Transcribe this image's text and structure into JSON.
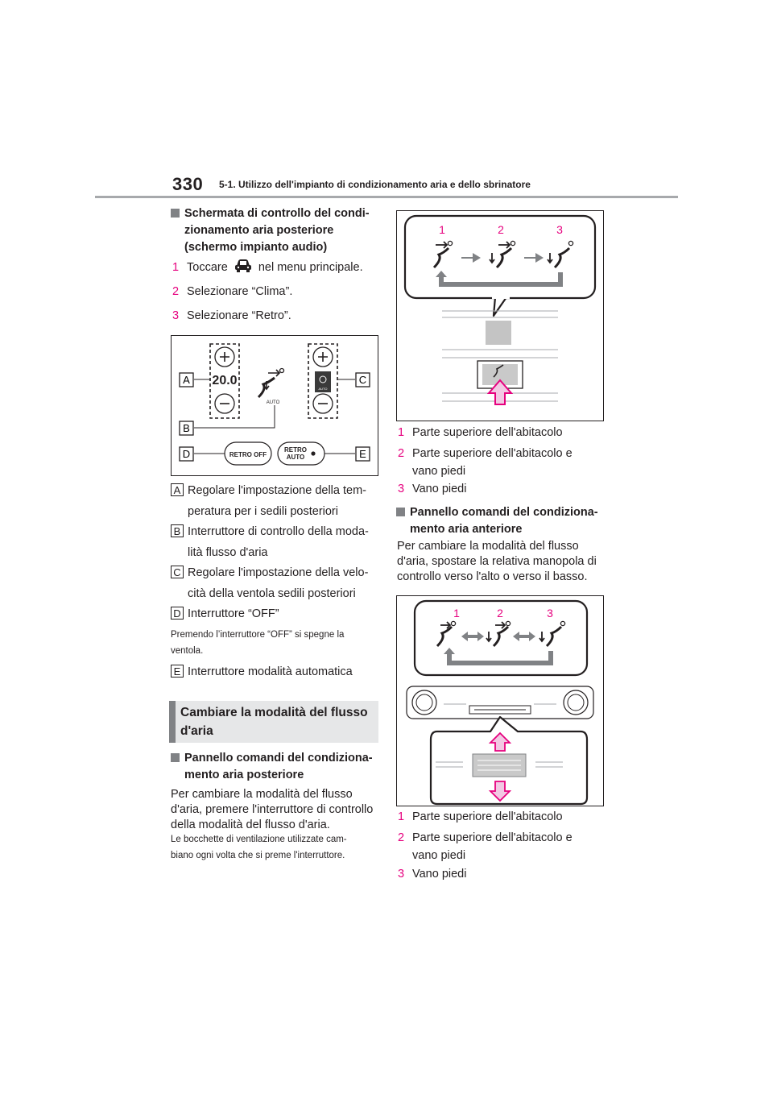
{
  "header": {
    "page_number": "330",
    "title": "5-1. Utilizzo dell'impianto di condizionamento aria e dello sbrinatore"
  },
  "left": {
    "heading1": {
      "line1": "Schermata di controllo del condi-",
      "line2": "zionamento aria posteriore",
      "line3": "(schermo impianto audio)"
    },
    "steps": [
      {
        "num": "1",
        "pre": "Toccare",
        "post": "nel menu principale."
      },
      {
        "num": "2",
        "text": "Selezionare “Clima”."
      },
      {
        "num": "3",
        "text": "Selezionare “Retro”."
      }
    ],
    "figure1": {
      "temp": "20.0",
      "auto_label": "AUTO",
      "auto_small": "AUTO",
      "retro_off": "RETRO OFF",
      "retro_auto_1": "RETRO",
      "retro_auto_2": "AUTO",
      "labels": [
        "A",
        "B",
        "C",
        "D",
        "E"
      ]
    },
    "legend": [
      {
        "tag": "A",
        "line1": "Regolare l'impostazione della tem-",
        "line2": "peratura per i sedili posteriori"
      },
      {
        "tag": "B",
        "line1": "Interruttore di controllo della moda-",
        "line2": "lità flusso d'aria"
      },
      {
        "tag": "C",
        "line1": "Regolare l'impostazione della velo-",
        "line2": "cità della ventola sedili posteriori"
      },
      {
        "tag": "D",
        "line1": "Interruttore “OFF”"
      }
    ],
    "note_d": {
      "line1": "Premendo l’interruttore “OFF” si spegne la",
      "line2": "ventola."
    },
    "legend_e": {
      "tag": "E",
      "line1": "Interruttore modalità automatica"
    },
    "section_band": {
      "line1": "Cambiare la modalità del flusso",
      "line2": "d'aria"
    },
    "heading2": {
      "line1": "Pannello comandi del condiziona-",
      "line2": "mento aria posteriore"
    },
    "para2": {
      "line1": "Per cambiare la modalità del flusso",
      "line2": "d'aria, premere l'interruttore di controllo",
      "line3": "della modalità del flusso d'aria."
    },
    "note2": {
      "line1": "Le bocchette di ventilazione utilizzate cam-",
      "line2": "biano ogni volta che si preme l'interruttore."
    }
  },
  "right": {
    "figure2": {
      "nums": [
        "1",
        "2",
        "3"
      ]
    },
    "list1": [
      {
        "num": "1",
        "line1": "Parte superiore dell'abitacolo"
      },
      {
        "num": "2",
        "line1": "Parte superiore dell'abitacolo e",
        "line2": "vano piedi"
      },
      {
        "num": "3",
        "line1": "Vano piedi"
      }
    ],
    "heading3": {
      "line1": "Pannello comandi del condiziona-",
      "line2": "mento aria anteriore"
    },
    "para3": {
      "line1": "Per cambiare la modalità del flusso",
      "line2": "d'aria, spostare la relativa manopola di",
      "line3": "controllo verso l'alto o verso il basso."
    },
    "figure3": {
      "nums": [
        "1",
        "2",
        "3"
      ]
    },
    "list2": [
      {
        "num": "1",
        "line1": "Parte superiore dell'abitacolo"
      },
      {
        "num": "2",
        "line1": "Parte superiore dell'abitacolo e",
        "line2": "vano piedi"
      },
      {
        "num": "3",
        "line1": "Vano piedi"
      }
    ]
  },
  "colors": {
    "accent": "#e6007e",
    "gray_bar": "#808285",
    "band": "#e6e7e8",
    "arrow_fill": "#f2c8e3"
  }
}
